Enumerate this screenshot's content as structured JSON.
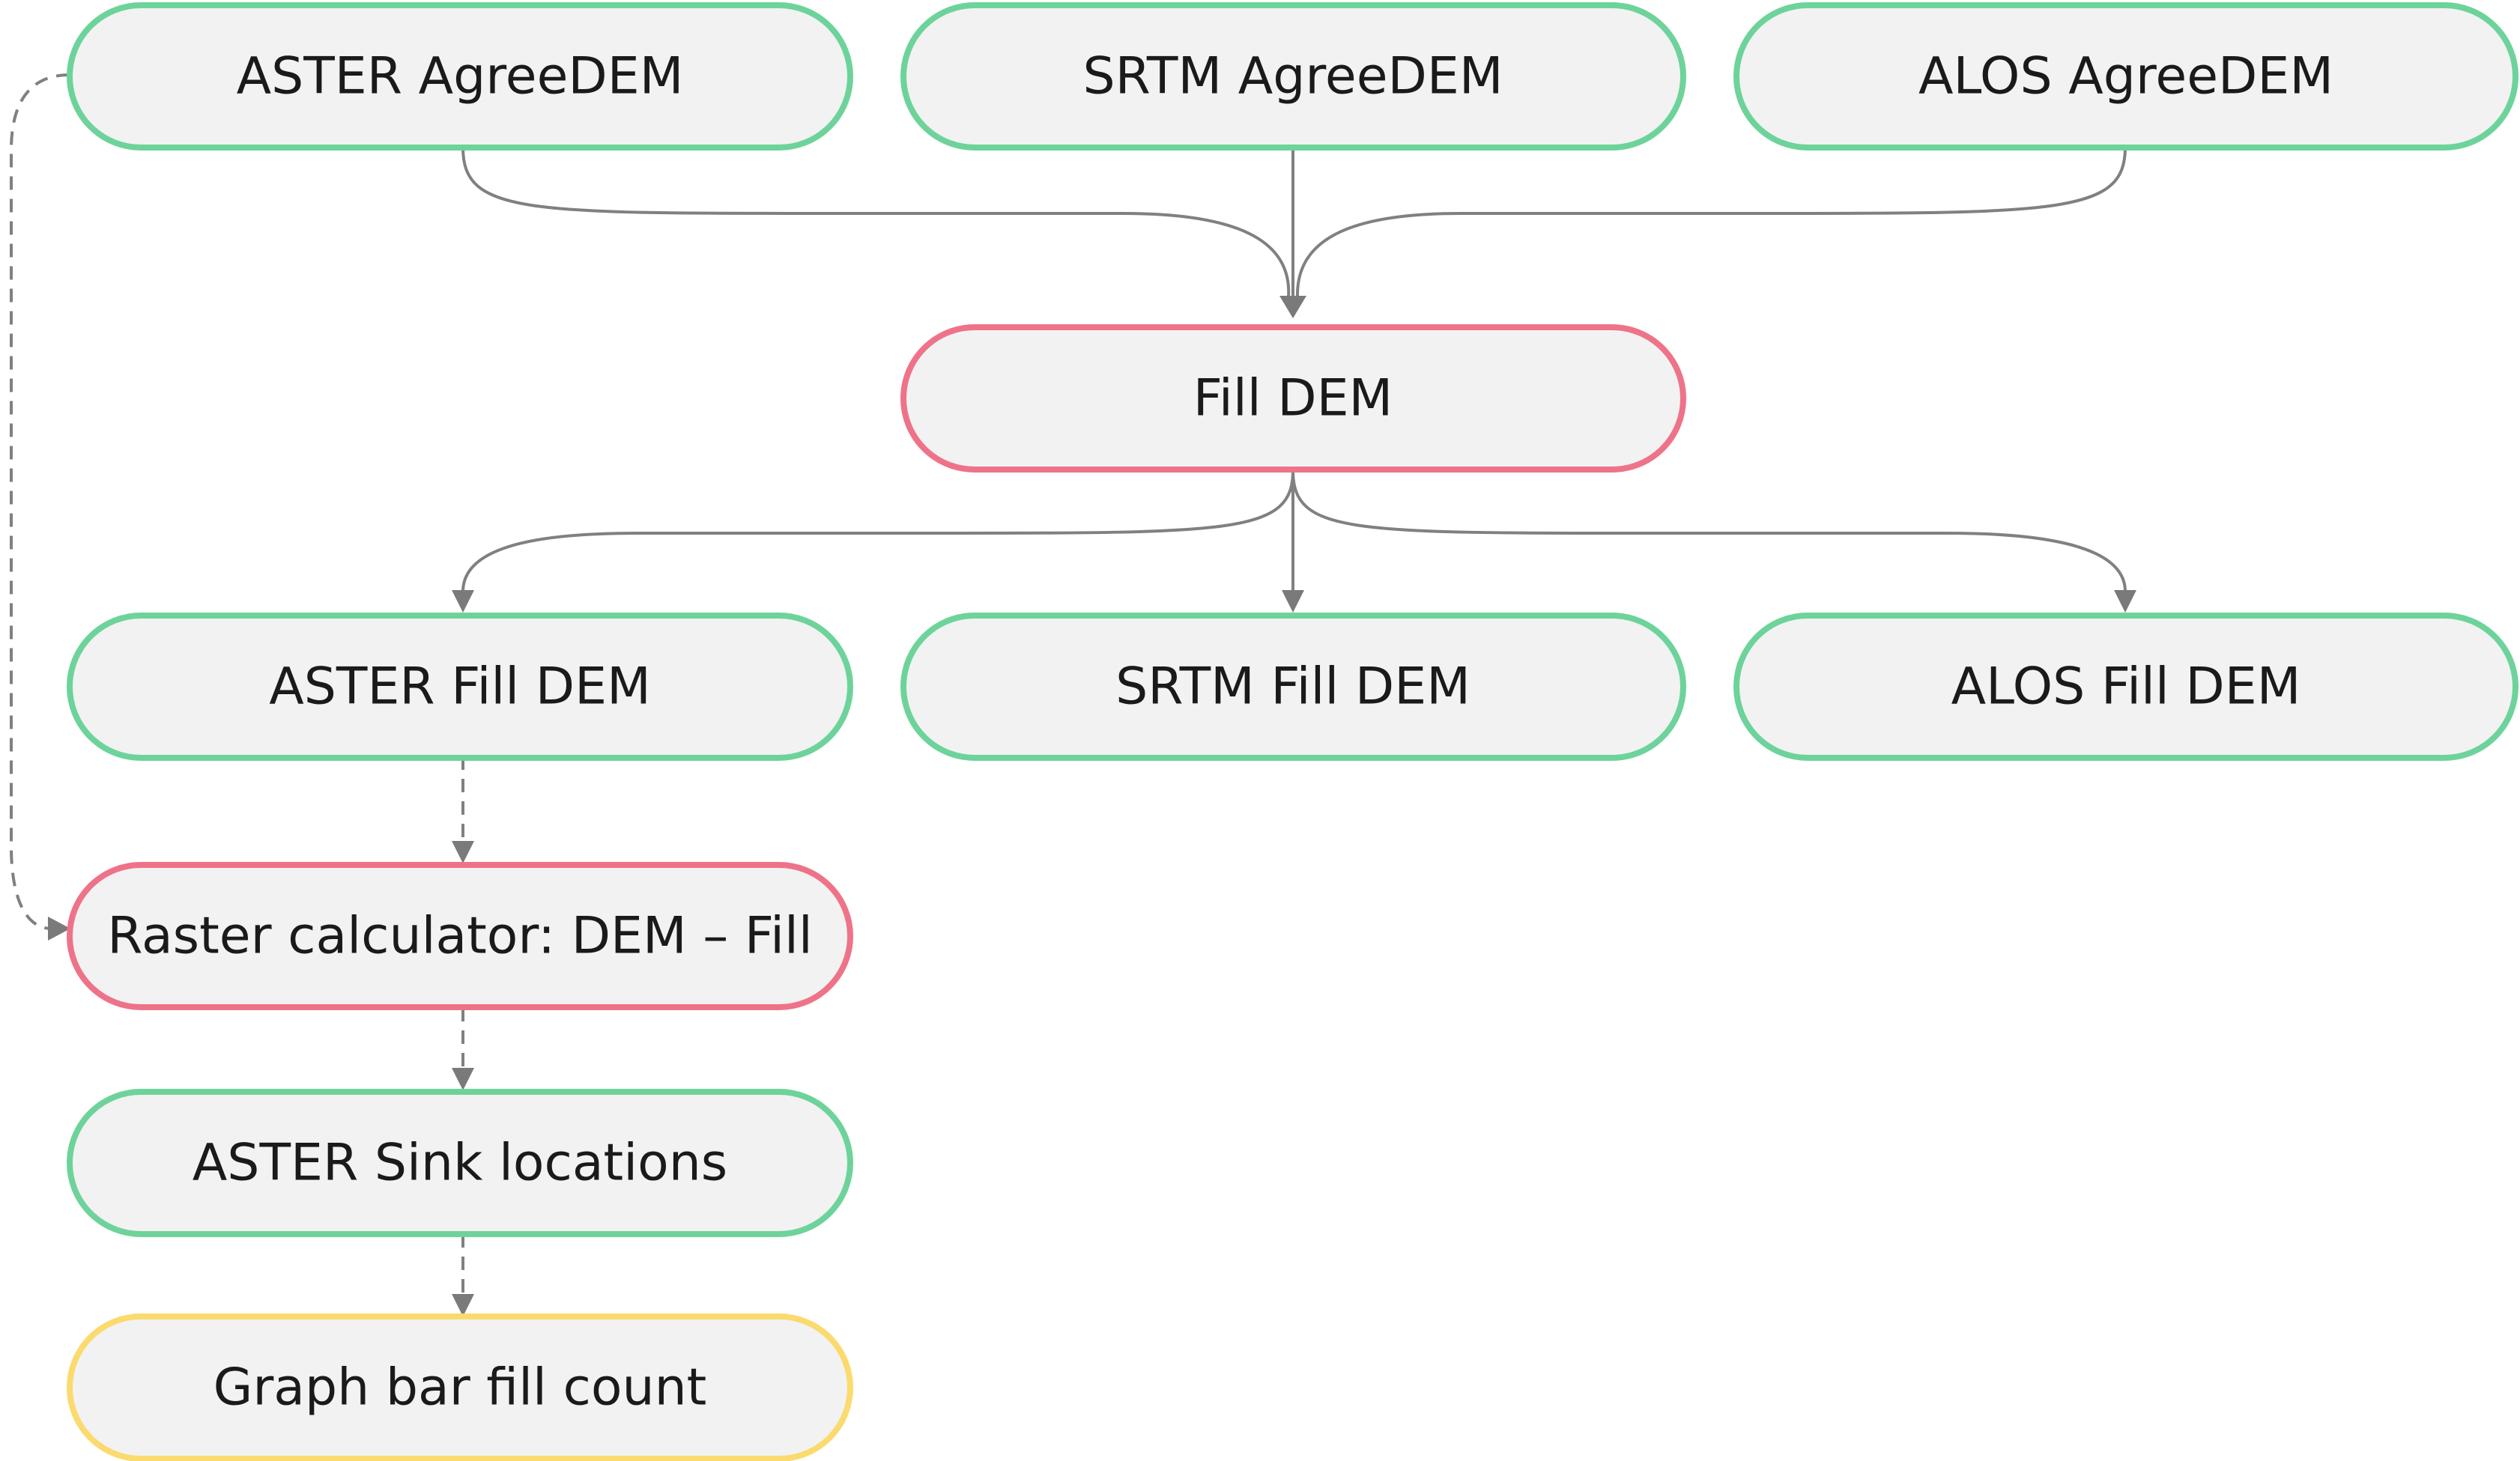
{
  "colors": {
    "data_border": "#6dd39a",
    "tool_border": "#ee7389",
    "output_border": "#fbda6e",
    "node_fill": "#f2f2f2",
    "edge": "#808080"
  },
  "nodes": {
    "aster_agreedem": {
      "label": "ASTER AgreeDEM",
      "kind": "data"
    },
    "srtm_agreedem": {
      "label": "SRTM AgreeDEM",
      "kind": "data"
    },
    "alos_agreedem": {
      "label": "ALOS AgreeDEM",
      "kind": "data"
    },
    "fill_dem": {
      "label": "Fill DEM",
      "kind": "tool"
    },
    "aster_fill_dem": {
      "label": "ASTER Fill DEM",
      "kind": "data"
    },
    "srtm_fill_dem": {
      "label": "SRTM Fill DEM",
      "kind": "data"
    },
    "alos_fill_dem": {
      "label": "ALOS Fill DEM",
      "kind": "data"
    },
    "raster_calculator": {
      "label": "Raster calculator: DEM – Fill",
      "kind": "tool"
    },
    "aster_sink_locations": {
      "label": "ASTER Sink locations",
      "kind": "data"
    },
    "graph_bar_fill_count": {
      "label": "Graph bar fill count",
      "kind": "output"
    }
  },
  "edges": [
    {
      "from": "aster_agreedem",
      "to": "fill_dem",
      "style": "solid"
    },
    {
      "from": "srtm_agreedem",
      "to": "fill_dem",
      "style": "solid"
    },
    {
      "from": "alos_agreedem",
      "to": "fill_dem",
      "style": "solid"
    },
    {
      "from": "fill_dem",
      "to": "aster_fill_dem",
      "style": "solid"
    },
    {
      "from": "fill_dem",
      "to": "srtm_fill_dem",
      "style": "solid"
    },
    {
      "from": "fill_dem",
      "to": "alos_fill_dem",
      "style": "solid"
    },
    {
      "from": "aster_fill_dem",
      "to": "raster_calculator",
      "style": "dashed"
    },
    {
      "from": "aster_agreedem",
      "to": "raster_calculator",
      "style": "dashed"
    },
    {
      "from": "raster_calculator",
      "to": "aster_sink_locations",
      "style": "dashed"
    },
    {
      "from": "aster_sink_locations",
      "to": "graph_bar_fill_count",
      "style": "dashed"
    }
  ]
}
